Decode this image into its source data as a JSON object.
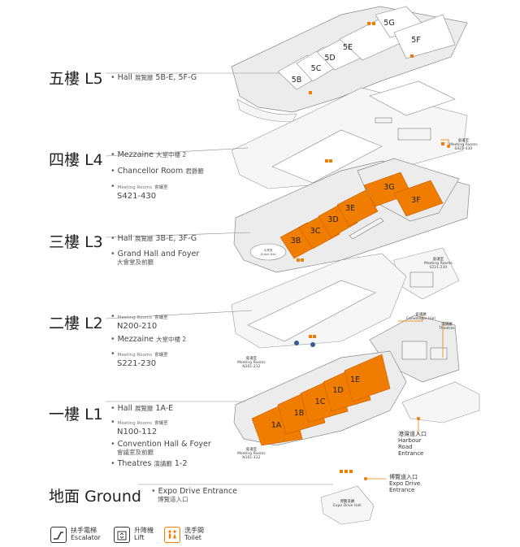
{
  "floors": [
    {
      "key": "l5",
      "name_cn": "五樓",
      "name_en": "L5",
      "items": [
        {
          "en": "Hall",
          "cn": "展覽廳",
          "code": "5B-E, 5F-G"
        }
      ]
    },
    {
      "key": "l4",
      "name_cn": "四樓",
      "name_en": "L4",
      "items": [
        {
          "en": "Mezzaine",
          "cn": "大堂中樓 2"
        },
        {
          "en": "Chancellor Room",
          "cn": "君爵廳"
        },
        {
          "en": "Meeting Rooms",
          "cn": "會議室",
          "code": "S421-430"
        }
      ]
    },
    {
      "key": "l3",
      "name_cn": "三樓",
      "name_en": "L3",
      "items": [
        {
          "en": "Hall",
          "cn": "展覽廳",
          "code": "3B-E, 3F-G"
        },
        {
          "en": "Grand Hall and Foyer",
          "cn": "大會堂及前廳"
        }
      ]
    },
    {
      "key": "l2",
      "name_cn": "二樓",
      "name_en": "L2",
      "items": [
        {
          "en": "Meeting Rooms",
          "cn": "會議室",
          "code": "N200-210"
        },
        {
          "en": "Mezzaine",
          "cn": "大堂中樓 2"
        },
        {
          "en": "Meeting Rooms",
          "cn": "會議室",
          "code": "S221-230"
        }
      ]
    },
    {
      "key": "l1",
      "name_cn": "一樓",
      "name_en": "L1",
      "items": [
        {
          "en": "Hall",
          "cn": "展覽廳",
          "code": "1A-E"
        },
        {
          "en": "Meeting Rooms",
          "cn": "會議室",
          "code": "N100-112"
        },
        {
          "en": "Convention Hall & Foyer",
          "cn": "會議室及前廳"
        },
        {
          "en": "Theatres",
          "cn": "演講廳",
          "code": "1-2"
        }
      ]
    },
    {
      "key": "g",
      "name_cn": "地面",
      "name_en": "Ground",
      "items": [
        {
          "en": "Expo Drive Entrance",
          "cn": "博覽道入口"
        }
      ]
    }
  ],
  "halls": {
    "l5": [
      "5B",
      "5C",
      "5D",
      "5E",
      "5G",
      "5F"
    ],
    "l3": [
      "3B",
      "3C",
      "3D",
      "3E",
      "3G",
      "3F"
    ],
    "l1": [
      "1A",
      "1B",
      "1C",
      "1D",
      "1E"
    ]
  },
  "map_labels": {
    "l4_meeting_rooms_cn": "會議室",
    "l4_meeting_rooms_en": "Meeting Rooms",
    "l4_meeting_rooms_code": "S421-430",
    "l3_grand_hall_cn": "大會堂",
    "l3_grand_hall_en": "Grand Hall",
    "l2_rooms_n_cn": "會議室",
    "l2_rooms_n_en": "Meeting Rooms",
    "l2_rooms_n_code": "N201-212",
    "l2_rooms_s_cn": "會議室",
    "l2_rooms_s_en": "Meeting Rooms",
    "l2_rooms_s_code": "S221-230",
    "l1_convention_cn": "會議廳",
    "l1_convention_en": "Convention Hall",
    "l1_theatres_cn": "演講廳",
    "l1_theatres_en": "Theatres",
    "l1_rooms_cn": "會議室",
    "l1_rooms_en": "Meeting Rooms",
    "l1_rooms_code": "N101-112",
    "harbour_cn": "港灣道入口",
    "harbour_en1": "Harbour",
    "harbour_en2": "Road",
    "harbour_en3": "Entrance",
    "expo_cn": "博覽道入口",
    "expo_en1": "Expo Drive",
    "expo_en2": "Entrance",
    "g_hall_cn": "博覽道廳",
    "g_hall_en": "Expo Drive Hall"
  },
  "legend": [
    {
      "icon": "escalator-icon",
      "cn": "扶手電梯",
      "en": "Escalator"
    },
    {
      "icon": "lift-icon",
      "cn": "升降機",
      "en": "Lift"
    },
    {
      "icon": "toilet-icon",
      "cn": "洗手間",
      "en": "Toilet"
    }
  ],
  "colors": {
    "hall": "#f07c00",
    "plan": "#ececec",
    "outline": "#8a8a8a",
    "accent": "#f07c00"
  }
}
